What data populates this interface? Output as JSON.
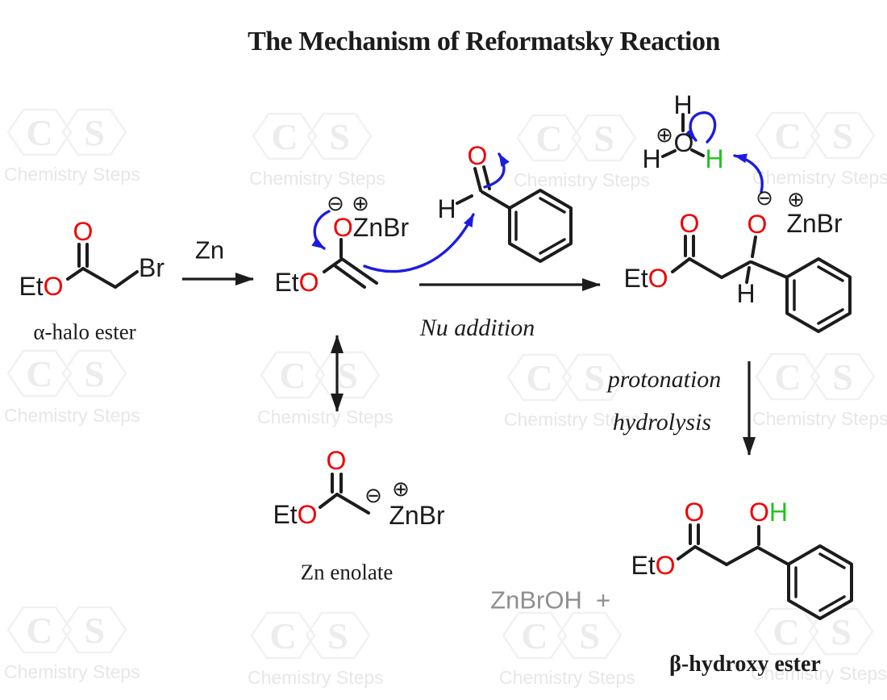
{
  "title": "The Mechanism of Reformatsky Reaction",
  "molecules": {
    "alpha_halo_ester": {
      "et": "Et",
      "eto_o": "O",
      "carbonyl_o": "O",
      "br": "Br",
      "caption": "α-halo ester"
    },
    "step1": {
      "reagent": "Zn"
    },
    "o_enolate": {
      "minus": "⊖",
      "plus": "⊕",
      "o": "O",
      "znbr": "ZnBr",
      "et": "Et",
      "eto_o": "O"
    },
    "benzaldehyde": {
      "o": "O",
      "h": "H"
    },
    "step2": {
      "caption": "Nu addition"
    },
    "hydronium": {
      "h_top": "H",
      "plus": "⊕",
      "o": "O",
      "h_left": "H",
      "h_transfer": "H"
    },
    "alkoxide": {
      "minus": "⊖",
      "plus": "⊕",
      "carbonyl_o": "O",
      "alkoxide_o": "O",
      "znbr": "ZnBr",
      "et": "Et",
      "eto_o": "O",
      "h": "H"
    },
    "step3": {
      "caption_line1": "protonation",
      "caption_line2": "hydrolysis"
    },
    "zn_enolate": {
      "o": "O",
      "et": "Et",
      "eto_o": "O",
      "minus": "⊖",
      "plus": "⊕",
      "znbr": "ZnBr",
      "caption": "Zn enolate"
    },
    "product": {
      "carbonyl_o": "O",
      "oh_o": "O",
      "oh_h": "H",
      "et": "Et",
      "eto_o": "O",
      "caption": "β-hydroxy ester"
    },
    "byproduct": {
      "formula": "ZnBrOH",
      "plus": "+"
    }
  },
  "watermark": {
    "text": "Chemistry Steps",
    "logo_c": "C",
    "logo_s": "S"
  },
  "colors": {
    "oxygen_red": "#f00000",
    "hydrogen_green": "#21c421",
    "arrow_blue": "#1c1ce0",
    "bond_black": "#1c1c1c",
    "byproduct_gray": "#8f8f8f",
    "watermark_line": "#f1f1f1",
    "watermark_letter": "#ececec",
    "watermark_text": "#e7e7e7"
  }
}
